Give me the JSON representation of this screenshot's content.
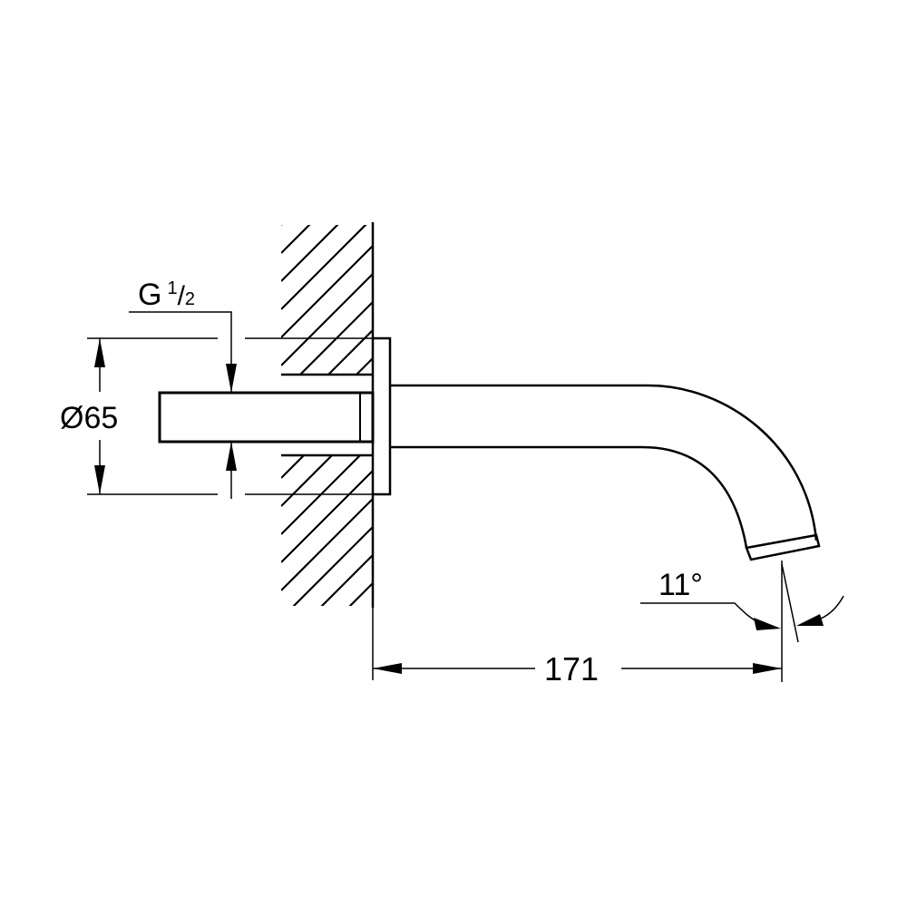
{
  "drawing": {
    "thread_label": "G",
    "thread_fraction_num": "1",
    "thread_fraction_den": "2",
    "diameter_label": "Ø65",
    "length_label": "171",
    "angle_label": "11°",
    "line_color": "#000000"
  }
}
